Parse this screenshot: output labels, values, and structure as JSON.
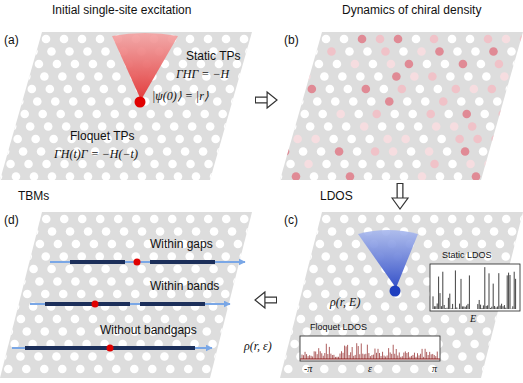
{
  "diagram": {
    "nodes": [
      {
        "text": [
          "Initial single-site excitation",
          "(a)",
          "Static TPs",
          "ΓHΓ = −H",
          "|ψ(0)⟩ = |r⟩",
          "Floquet TPs",
          "ΓH(t)Γ = −H(−t)"
        ]
      },
      {
        "text": [
          "Dynamics of chiral density",
          "(b)"
        ]
      },
      {
        "text": [
          "LDOS",
          "(c)",
          "Static LDOS",
          "ρ(r, E)",
          "E",
          "Floquet LDOS",
          "ρ(r, ε)",
          "-π",
          "ε",
          "π"
        ]
      },
      {
        "text": [
          "TBMs",
          "(d)",
          "Within gaps",
          "Within bands",
          "Without bandgaps"
        ]
      }
    ],
    "edges": [
      {
        "from": 0,
        "to": 1,
        "arrow": "to"
      },
      {
        "from": 1,
        "to": 2,
        "arrow": "to"
      },
      {
        "from": 2,
        "to": 3,
        "arrow": "to"
      }
    ]
  }
}
